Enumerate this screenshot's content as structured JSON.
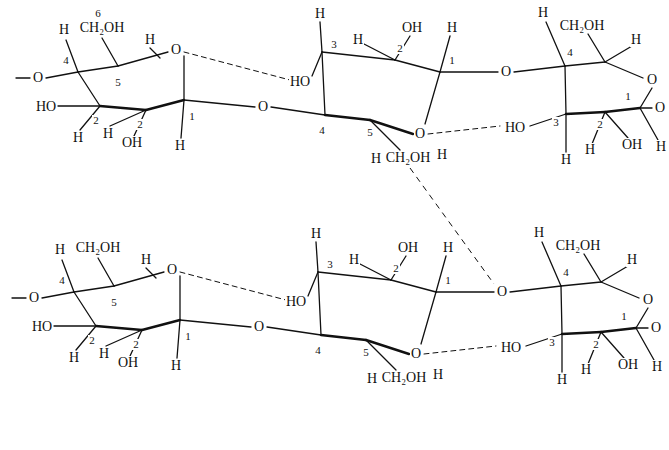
{
  "diagram": {
    "labels": [
      "6",
      "H",
      "CH₂OH",
      "H",
      "O",
      "4",
      "O",
      "5",
      "HO",
      "2",
      "2",
      "1",
      "H",
      "H",
      "OH",
      "H",
      "O",
      "H",
      "3",
      "H",
      "OH",
      "H",
      "2",
      "1",
      "HO",
      "4",
      "5",
      "O",
      "H",
      "CH₂OH",
      "H",
      "O",
      "H",
      "CH₂OH",
      "H",
      "4",
      "O",
      "1",
      "HO",
      "3",
      "2",
      "O",
      "H",
      "H",
      "OH",
      "H",
      "H",
      "CH₂OH",
      "H",
      "O",
      "4",
      "O",
      "5",
      "HO",
      "2",
      "2",
      "1",
      "H",
      "H",
      "OH",
      "H",
      "O",
      "H",
      "3",
      "H",
      "OH",
      "H",
      "2",
      "1",
      "HO",
      "4",
      "5",
      "O",
      "H",
      "CH₂OH",
      "H",
      "O",
      "H",
      "CH₂OH",
      "H",
      "4",
      "O",
      "1",
      "HO",
      "3",
      "2",
      "O",
      "H",
      "H",
      "OH",
      "H"
    ]
  }
}
